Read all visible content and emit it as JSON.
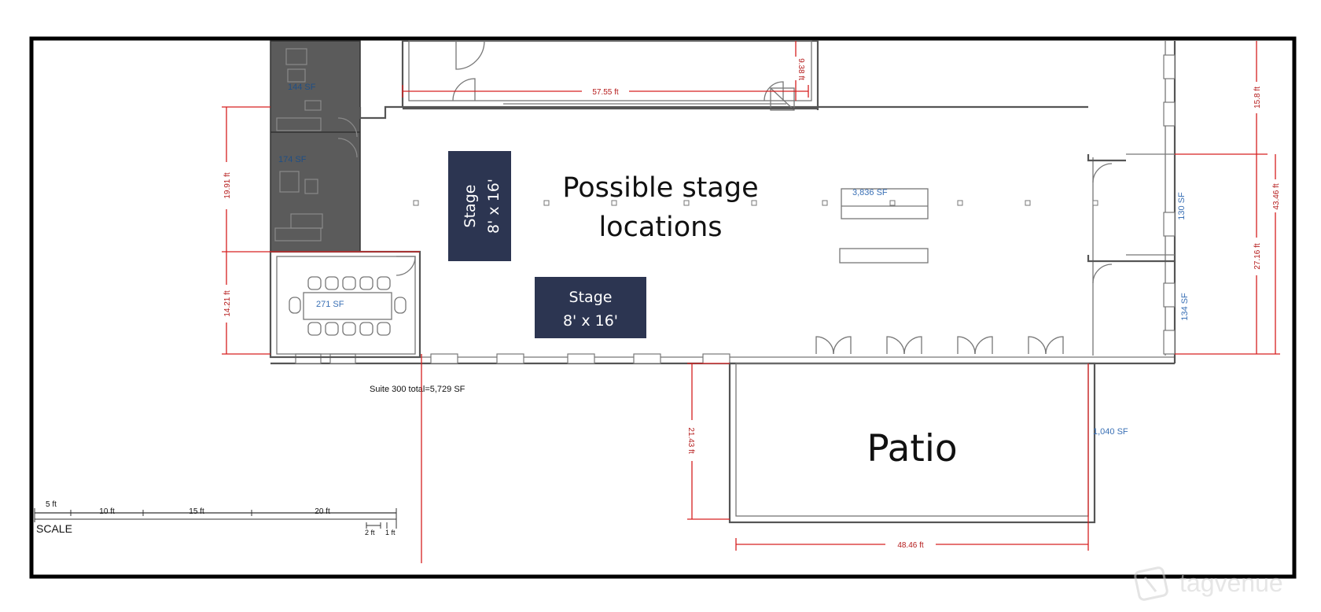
{
  "plan": {
    "stage_heading_line1": "Possible stage",
    "stage_heading_line2": "locations",
    "stage_label": "Stage",
    "stage_size": "8' x 16'",
    "patio_label": "Patio",
    "suite_total": "Suite 300 total=5,729 SF",
    "watermark": "tagvenue",
    "areas": {
      "restroom_top": "144 SF",
      "restroom_bottom": "174 SF",
      "conference": "271 SF",
      "main_hall": "3,836 SF",
      "side_room_top": "130 SF",
      "side_room_bottom": "134 SF",
      "patio": "1,040 SF"
    },
    "dimensions": {
      "top_width": "57.55 ft",
      "top_depth": "9.38 ft",
      "left_upper": "19.91 ft",
      "left_lower": "14.21 ft",
      "right_top": "15.8 ft",
      "right_total": "43.46 ft",
      "right_lower": "27.16 ft",
      "patio_depth": "21.43 ft",
      "patio_width": "48.46 ft"
    },
    "scale": {
      "label": "SCALE",
      "ticks": [
        "5 ft",
        "10 ft",
        "15 ft",
        "20 ft"
      ],
      "small_ticks": [
        "2 ft",
        "1 ft"
      ]
    }
  }
}
